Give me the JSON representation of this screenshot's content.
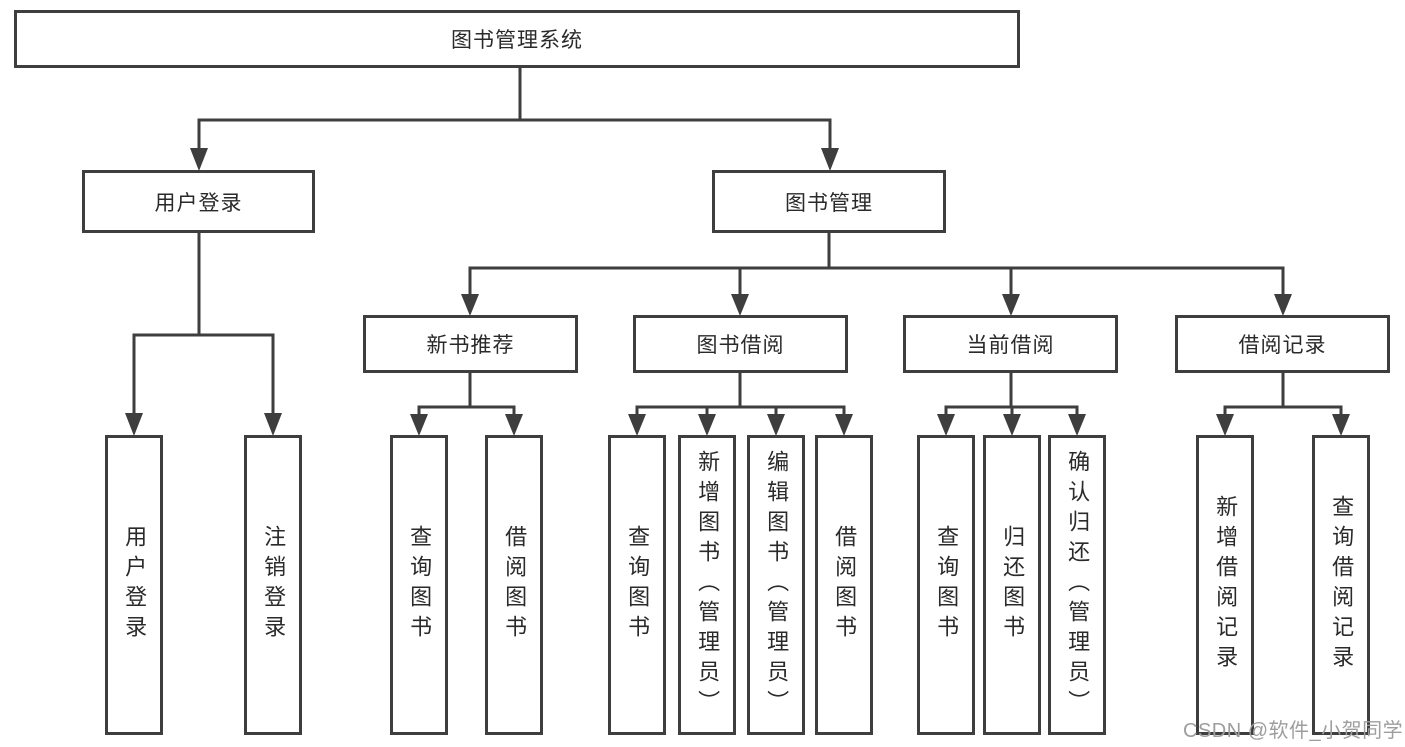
{
  "diagram": {
    "tree": {
      "root": {
        "label": "图书管理系统"
      },
      "children": [
        {
          "label": "用户登录",
          "children": [
            {
              "label": "用户登录"
            },
            {
              "label": "注销登录"
            }
          ]
        },
        {
          "label": "图书管理",
          "children": [
            {
              "label": "新书推荐",
              "children": [
                {
                  "label": "查询图书"
                },
                {
                  "label": "借阅图书"
                }
              ]
            },
            {
              "label": "图书借阅",
              "children": [
                {
                  "label": "查询图书"
                },
                {
                  "label": "新增图书（管理员）"
                },
                {
                  "label": "编辑图书（管理员）"
                },
                {
                  "label": "借阅图书"
                }
              ]
            },
            {
              "label": "当前借阅",
              "children": [
                {
                  "label": "查询图书"
                },
                {
                  "label": "归还图书"
                },
                {
                  "label": "确认归还（管理员）"
                }
              ]
            },
            {
              "label": "借阅记录",
              "children": [
                {
                  "label": "新增借阅记录"
                },
                {
                  "label": "查询借阅记录"
                }
              ]
            }
          ]
        }
      ]
    },
    "watermark": {
      "text": "CSDN @软件_小贺同学"
    },
    "colors": {
      "line": "#3e3e3e",
      "text": "#2a2a2a",
      "watermark": "#9e9e9e",
      "background": "#ffffff"
    }
  }
}
